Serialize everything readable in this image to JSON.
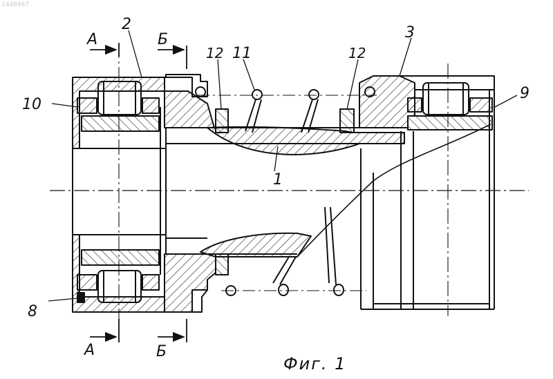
{
  "watermark": "1448467",
  "labels": {
    "part_1": "1",
    "part_2": "2",
    "part_3": "3",
    "part_8": "8",
    "part_9": "9",
    "part_10": "10",
    "part_11": "11",
    "part_12_left": "12",
    "part_12_right": "12",
    "section_a_top": "А",
    "section_a_bottom": "А",
    "section_b_top": "Б",
    "section_b_bottom": "Б"
  },
  "caption": "Фиг. 1"
}
